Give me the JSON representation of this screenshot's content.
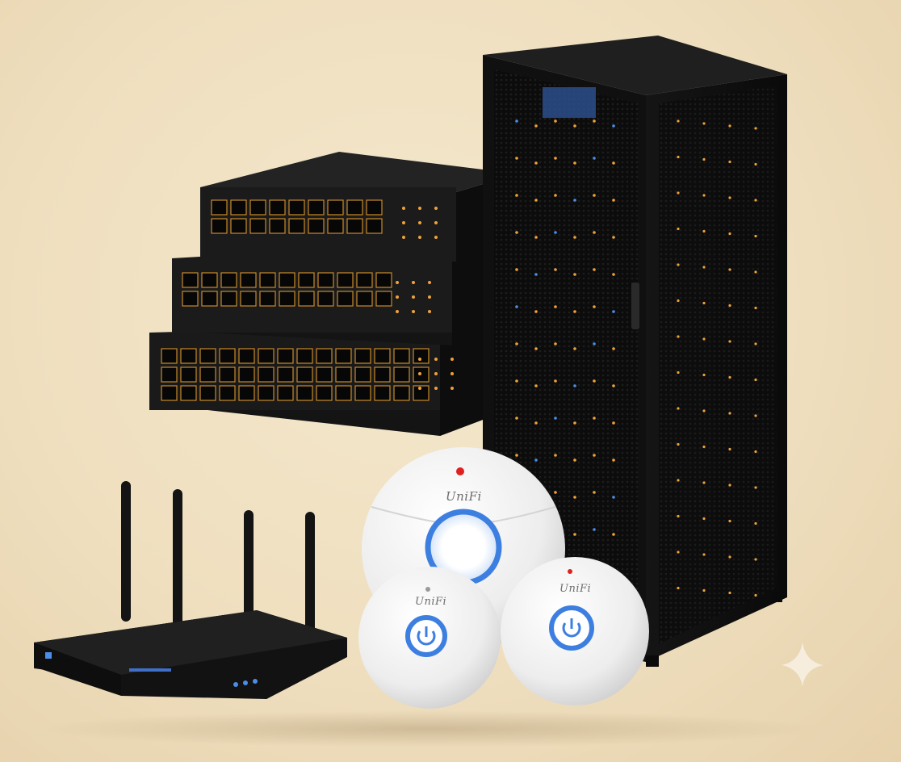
{
  "scene": {
    "background_color": "#efdfbf",
    "rack_color": "#111111",
    "switch_color": "#1a1a1a",
    "port_accent_color": "#c98a2a",
    "led_amber": "#f0a23a",
    "led_blue": "#4a8ee8",
    "ap_color": "#f4f4f4",
    "ap_ring_color": "#3d7fe0",
    "status_led_red": "#e02020"
  },
  "devices": {
    "access_points": [
      {
        "brand_label": "UniFi"
      },
      {
        "brand_label": "UniFi"
      },
      {
        "brand_label": "UniFi"
      }
    ],
    "router": {
      "antenna_count": 4
    },
    "switches": {
      "count": 3
    },
    "rack": {
      "door": "perforated"
    }
  },
  "icons": {
    "power": "power-icon",
    "sparkle": "sparkle-icon"
  }
}
